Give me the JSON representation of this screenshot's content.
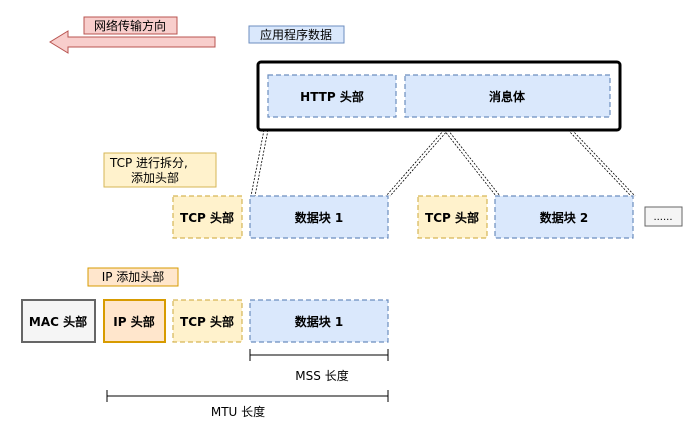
{
  "labels": {
    "network_direction": "网络传输方向",
    "app_data": "应用程序数据",
    "tcp_split_line1": "TCP 进行拆分,",
    "tcp_split_line2": "添加头部",
    "ip_add_header": "IP 添加头部",
    "mss_length": "MSS 长度",
    "mtu_length": "MTU 长度"
  },
  "blocks": {
    "http_header": "HTTP 头部",
    "message_body": "消息体",
    "tcp_header": "TCP 头部",
    "data_block_1": "数据块 1",
    "data_block_2": "数据块 2",
    "ellipsis": "......",
    "mac_header": "MAC 头部",
    "ip_header": "IP 头部"
  },
  "colors": {
    "blue_fill": "#dae8fc",
    "blue_stroke": "#6c8ebf",
    "yellow_fill": "#fff2cc",
    "yellow_stroke": "#d6b656",
    "orange_fill": "#ffe6cc",
    "orange_stroke": "#d79b00",
    "red_fill": "#f8cecc",
    "red_stroke": "#b85450",
    "gray_fill": "#f5f5f5",
    "gray_stroke": "#666666"
  }
}
